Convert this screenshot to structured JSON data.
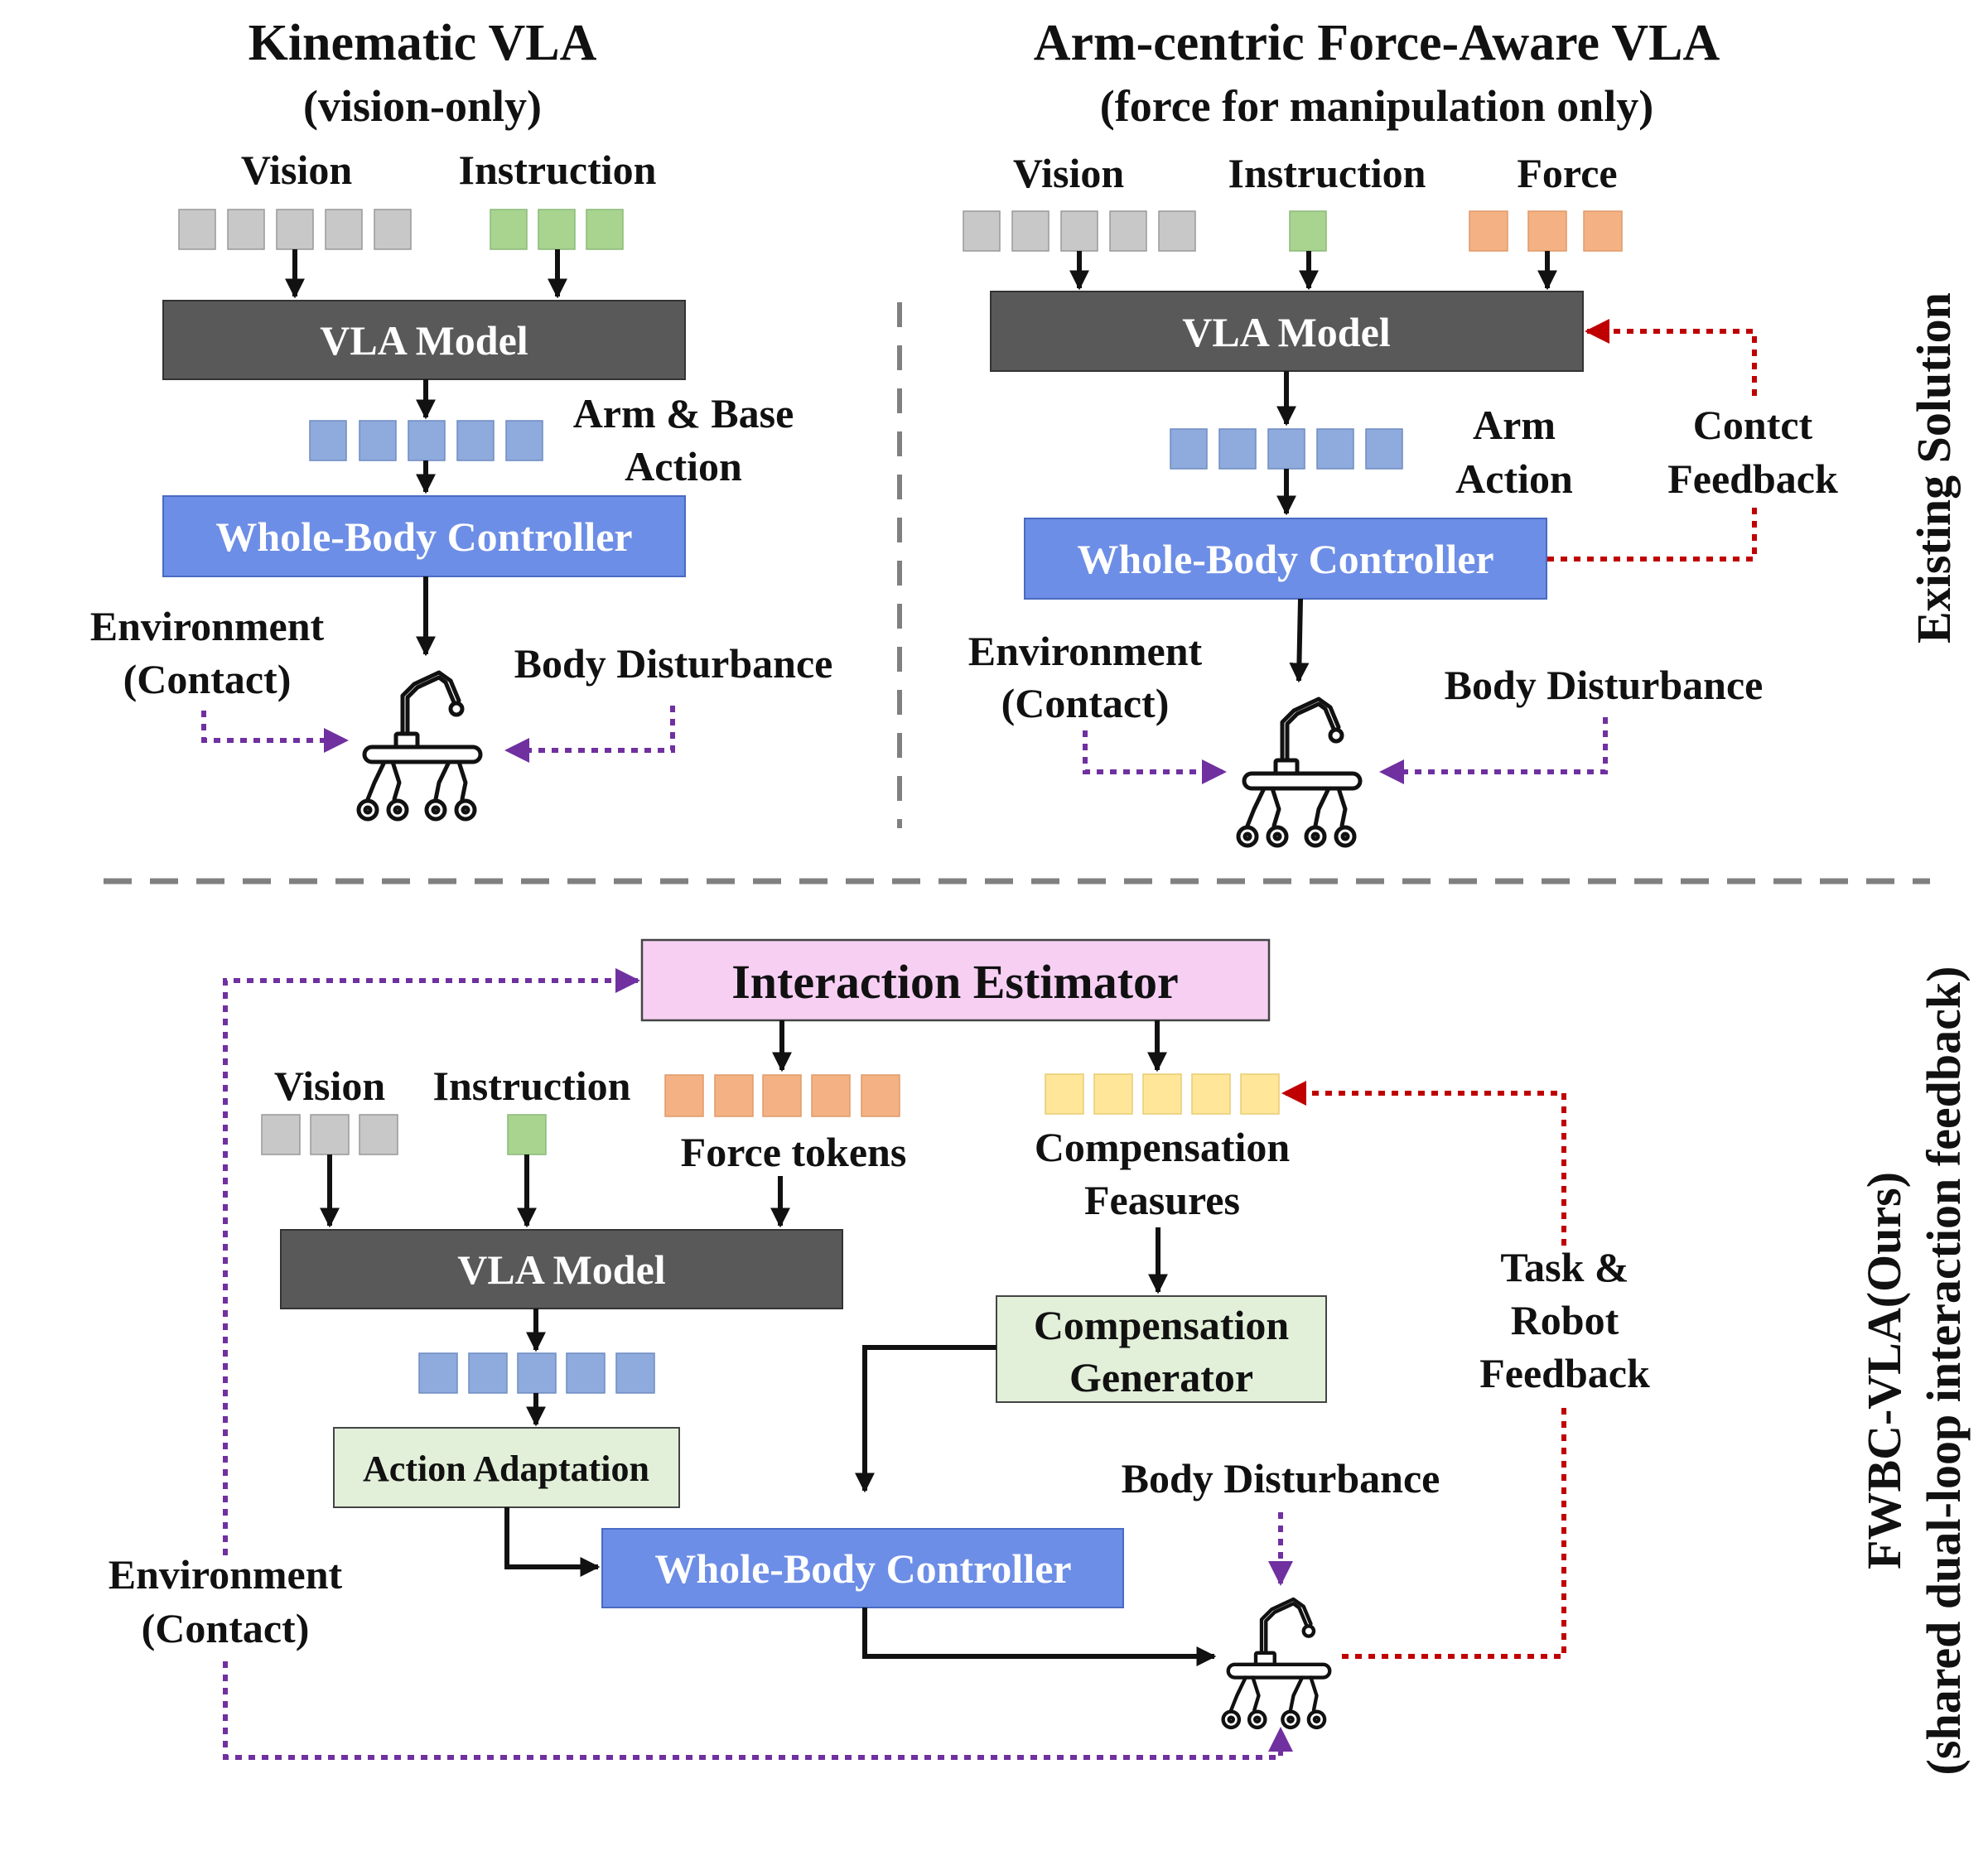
{
  "colors": {
    "vision_token": "#c8c8c8",
    "instruction_token": "#a8d490",
    "force_token": "#f4b183",
    "action_token": "#8faadc",
    "compensation_token": "#ffe699",
    "vla_box": "#595959",
    "wbc_box": "#6d8ee6",
    "estimator_box": "#f6cff3",
    "green_box": "#e2efd9",
    "purple_arrow": "#7030a0",
    "red_arrow": "#c00000",
    "divider": "#808080"
  },
  "panel_kinematic": {
    "title": "Kinematic VLA",
    "subtitle": "(vision-only)",
    "vision_label": "Vision",
    "instruction_label": "Instruction",
    "model_label": "VLA Model",
    "action_label_line1": "Arm & Base",
    "action_label_line2": "Action",
    "controller_label": "Whole-Body Controller",
    "env_line1": "Environment",
    "env_line2": "(Contact)",
    "disturbance_label": "Body Disturbance"
  },
  "panel_armcentric": {
    "title": "Arm-centric Force-Aware VLA",
    "subtitle": "(force for manipulation only)",
    "vision_label": "Vision",
    "instruction_label": "Instruction",
    "force_label": "Force",
    "model_label": "VLA Model",
    "action_label_line1": "Arm",
    "action_label_line2": "Action",
    "feedback_line1": "Contct",
    "feedback_line2": "Feedback",
    "controller_label": "Whole-Body Controller",
    "env_line1": "Environment",
    "env_line2": "(Contact)",
    "disturbance_label": "Body Disturbance"
  },
  "side_existing": "Existing Solution",
  "side_ours_line1": "FWBC-VLA(Ours)",
  "side_ours_line2": "(shared dual-loop interaction feedback)",
  "panel_ours": {
    "estimator_label": "Interaction Estimator",
    "vision_label": "Vision",
    "instruction_label": "Instruction",
    "force_tokens_label": "Force tokens",
    "compensation_line1": "Compensation",
    "compensation_line2": "Feasures",
    "model_label": "VLA Model",
    "generator_line1": "Compensation",
    "generator_line2": "Generator",
    "adaptation_label": "Action Adaptation",
    "controller_label": "Whole-Body Controller",
    "feedback_line1": "Task &",
    "feedback_line2": "Robot",
    "feedback_line3": "Feedback",
    "disturbance_label": "Body Disturbance",
    "env_line1": "Environment",
    "env_line2": "(Contact)"
  }
}
